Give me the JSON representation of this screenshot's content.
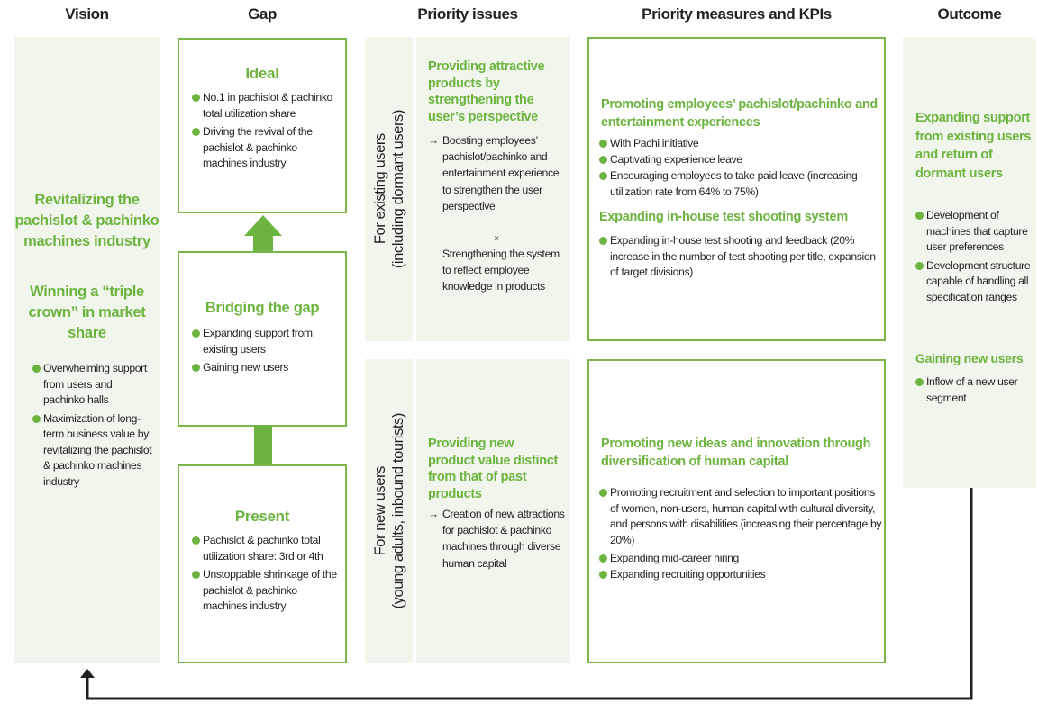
{
  "columns": {
    "vision": "Vision",
    "gap": "Gap",
    "priority_issues": "Priority issues",
    "measures": "Priority measures and KPIs",
    "outcome": "Outcome"
  },
  "vision": {
    "title1": "Revitalizing the pachislot & pachinko machines industry",
    "title2": "Winning a “triple crown” in market share",
    "bullets": [
      "Overwhelming support from users and pachinko halls",
      "Maximization of long-term business value by revitalizing the pachislot & pachinko machines industry"
    ]
  },
  "gap": {
    "ideal": {
      "title": "Ideal",
      "bullets": [
        "No.1 in pachislot & pachinko total utilization share",
        "Driving the revival of the pachislot & pachinko machines industry"
      ]
    },
    "bridging": {
      "title": "Bridging the gap",
      "bullets": [
        "Expanding support from existing users",
        "Gaining new users"
      ]
    },
    "present": {
      "title": "Present",
      "bullets": [
        "Pachislot & pachinko total utilization share: 3rd or 4th",
        "Unstoppable shrinkage of the pachislot & pachinko machines industry"
      ]
    }
  },
  "issues": {
    "existing": {
      "label_line1": "For existing users",
      "label_line2": "(including dormant users)",
      "title": "Providing attractive products by strengthening the user’s perspective",
      "arrow": "→",
      "text1": "Boosting employees’ pachislot/pachinko and entertainment experience to strengthen the user perspective",
      "times": "×",
      "text2": "Strengthening the system to reflect employee knowledge in products"
    },
    "new": {
      "label_line1": "For new users",
      "label_line2": "(young adults, inbound tourists)",
      "title": "Providing new product value distinct from that of past products",
      "arrow": "→",
      "text1": "Creation of new attractions for pachislot & pachinko machines through diverse human capital"
    }
  },
  "measures": {
    "existing": {
      "title1": "Promoting employees’ pachislot/pachinko and entertainment experiences",
      "bullets1": [
        "With Pachi initiative",
        "Captivating experience leave",
        "Encouraging employees to take paid leave (increasing utilization rate from 64% to 75%)"
      ],
      "title2": "Expanding in-house test shooting system",
      "bullets2": [
        "Expanding in-house test shooting and feedback (20% increase in the number of test shooting per title, expansion of target divisions)"
      ]
    },
    "new": {
      "title": "Promoting new ideas and innovation through diversification of human capital",
      "bullets": [
        "Promoting recruitment and selection to important positions of women, non-users, human capital with cultural diversity, and persons with disabilities (increasing their percentage by 20%)",
        "Expanding mid-career hiring",
        "Expanding recruiting opportunities"
      ]
    }
  },
  "outcome": {
    "title1": "Expanding support from existing users and return of dormant users",
    "bullets1": [
      "Development of machines that capture user preferences",
      "Development structure capable of handling all specification ranges"
    ],
    "title2": "Gaining new users",
    "bullets2": [
      "Inflow of a new user segment"
    ]
  },
  "colors": {
    "accent_green": "#6cb33f",
    "border_green": "#7ab648",
    "panel_bg": "#f1f6ec",
    "text": "#231f20"
  }
}
